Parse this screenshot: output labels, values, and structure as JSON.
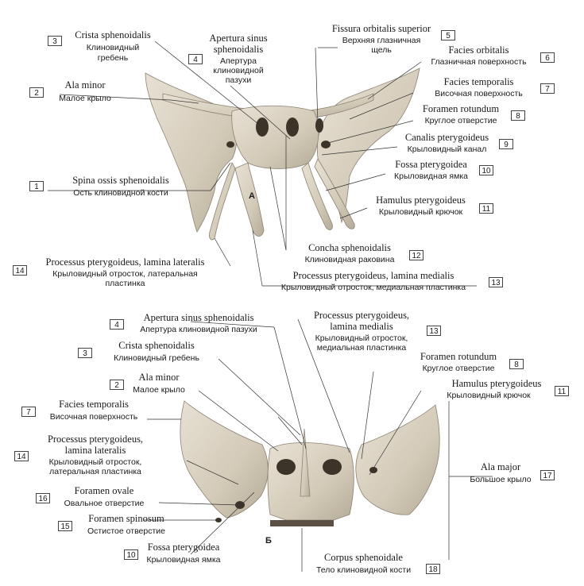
{
  "colors": {
    "bone": "#d9d1c2",
    "bone_shade": "#a89f8f",
    "line": "#333333"
  },
  "view_a": "А",
  "view_b": "Б",
  "labels": {
    "l1": {
      "num": "1",
      "lat": "Spina ossis sphenoidalis",
      "rus": "Ость клиновидной кости"
    },
    "l2a": {
      "num": "2",
      "lat": "Ala minor",
      "rus": "Малое крыло"
    },
    "l3a": {
      "num": "3",
      "lat": "Crista sphenoidalis",
      "rus1": "Клиновидный",
      "rus2": "гребень"
    },
    "l4a": {
      "num": "4",
      "lat1": "Apertura sinus",
      "lat2": "sphenoidalis",
      "rus1": "Апертура",
      "rus2": "клиновидной",
      "rus3": "пазухи"
    },
    "l5": {
      "num": "5",
      "lat": "Fissura orbitalis superior",
      "rus1": "Верхняя глазничная",
      "rus2": "щель"
    },
    "l6": {
      "num": "6",
      "lat": "Facies orbitalis",
      "rus": "Глазничная поверхность"
    },
    "l7a": {
      "num": "7",
      "lat": "Facies temporalis",
      "rus": "Височная поверхность"
    },
    "l8a": {
      "num": "8",
      "lat": "Foramen rotundum",
      "rus": "Круглое отверстие"
    },
    "l9": {
      "num": "9",
      "lat": "Canalis pterygoideus",
      "rus": "Крыловидный канал"
    },
    "l10a": {
      "num": "10",
      "lat": "Fossa pterygoidea",
      "rus": "Крыловидная ямка"
    },
    "l11a": {
      "num": "11",
      "lat": "Hamulus pterygoideus",
      "rus": "Крыловидный крючок"
    },
    "l12": {
      "num": "12",
      "lat": "Concha sphenoidalis",
      "rus": "Клиновидная раковина"
    },
    "l13a": {
      "num": "13",
      "lat": "Processus pterygoideus, lamina medialis",
      "rus": "Крыловидный отросток, медиальная пластинка"
    },
    "l14a": {
      "num": "14",
      "lat": "Processus pterygoideus, lamina lateralis",
      "rus1": "Крыловидный отросток, латеральная",
      "rus2": "пластинка"
    },
    "l4b": {
      "num": "4",
      "lat": "Apertura sinus sphenoidalis",
      "rus": "Апертура клиновидной пазухи"
    },
    "l3b": {
      "num": "3",
      "lat": "Crista sphenoidalis",
      "rus": "Клиновидный гребень"
    },
    "l2b": {
      "num": "2",
      "lat": "Ala minor",
      "rus": "Малое крыло"
    },
    "l7b": {
      "num": "7",
      "lat": "Facies temporalis",
      "rus": "Височная поверхность"
    },
    "l14b": {
      "num": "14",
      "lat1": "Processus pterygoideus,",
      "lat2": "lamina lateralis",
      "rus1": "Крыловидный отросток,",
      "rus2": "латеральная пластинка"
    },
    "l16": {
      "num": "16",
      "lat": "Foramen ovale",
      "rus": "Овальное отверстие"
    },
    "l15": {
      "num": "15",
      "lat": "Foramen spinosum",
      "rus": "Остистое отверстие"
    },
    "l10b": {
      "num": "10",
      "lat": "Fossa pterygoidea",
      "rus": "Крыловидная ямка"
    },
    "l13b": {
      "num": "13",
      "lat1": "Processus pterygoideus,",
      "lat2": "lamina medialis",
      "rus1": "Крыловидный отросток,",
      "rus2": "медиальная пластинка"
    },
    "l8b": {
      "num": "8",
      "lat": "Foramen rotundum",
      "rus": "Круглое отверстие"
    },
    "l11b": {
      "num": "11",
      "lat": "Hamulus pterygoideus",
      "rus": "Крыловидный крючок"
    },
    "l17": {
      "num": "17",
      "lat": "Ala major",
      "rus": "Большое крыло"
    },
    "l18": {
      "num": "18",
      "lat": "Corpus sphenoidale",
      "rus": "Тело клиновидной кости"
    }
  }
}
